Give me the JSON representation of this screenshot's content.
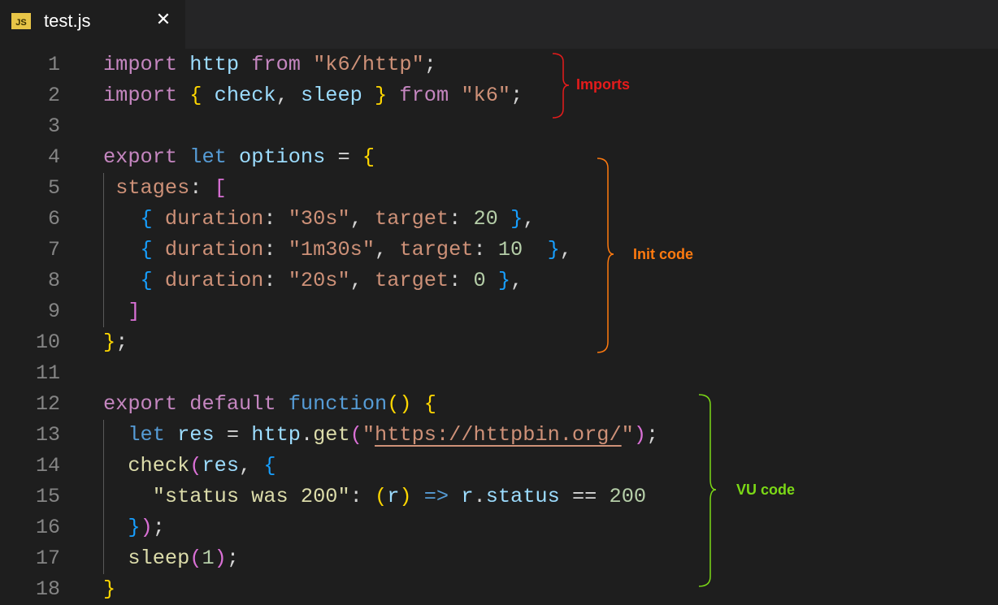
{
  "tab": {
    "icon_label": "JS",
    "title": "test.js",
    "close_glyph": "✕"
  },
  "line_numbers": [
    "1",
    "2",
    "3",
    "4",
    "5",
    "6",
    "7",
    "8",
    "9",
    "10",
    "11",
    "12",
    "13",
    "14",
    "15",
    "16",
    "17",
    "18"
  ],
  "code": {
    "l1": {
      "t1": "import",
      "t2": " ",
      "t3": "http",
      "t4": " ",
      "t5": "from",
      "t6": " ",
      "t7": "\"k6/http\"",
      "t8": ";"
    },
    "l2": {
      "t1": "import",
      "t2": " ",
      "t3": "{",
      "t4": " ",
      "t5": "check",
      "t6": ", ",
      "t7": "sleep",
      "t8": " ",
      "t9": "}",
      "t10": " ",
      "t11": "from",
      "t12": " ",
      "t13": "\"k6\"",
      "t14": ";"
    },
    "l4": {
      "t1": "export",
      "t2": " ",
      "t3": "let",
      "t4": " ",
      "t5": "options",
      "t6": " = ",
      "t7": "{"
    },
    "l5": {
      "t0": " ",
      "t1": "stages",
      "t2": ": ",
      "t3": "["
    },
    "l6": {
      "t0": "   ",
      "t1": "{",
      "t2": " ",
      "t3": "duration",
      "t4": ": ",
      "t5": "\"30s\"",
      "t6": ", ",
      "t7": "target",
      "t8": ": ",
      "t9": "20",
      "t10": " ",
      "t11": "}",
      "t12": ","
    },
    "l7": {
      "t0": "   ",
      "t1": "{",
      "t2": " ",
      "t3": "duration",
      "t4": ": ",
      "t5": "\"1m30s\"",
      "t6": ", ",
      "t7": "target",
      "t8": ": ",
      "t9": "10",
      "t10": "  ",
      "t11": "}",
      "t12": ","
    },
    "l8": {
      "t0": "   ",
      "t1": "{",
      "t2": " ",
      "t3": "duration",
      "t4": ": ",
      "t5": "\"20s\"",
      "t6": ", ",
      "t7": "target",
      "t8": ": ",
      "t9": "0",
      "t10": " ",
      "t11": "}",
      "t12": ","
    },
    "l9": {
      "t0": "  ",
      "t1": "]"
    },
    "l10": {
      "t1": "}",
      "t2": ";"
    },
    "l12": {
      "t1": "export",
      "t2": " ",
      "t3": "default",
      "t4": " ",
      "t5": "function",
      "t6": "(",
      "t7": ")",
      "t8": " ",
      "t9": "{"
    },
    "l13": {
      "t0": "  ",
      "t1": "let",
      "t2": " ",
      "t3": "res",
      "t4": " = ",
      "t5": "http",
      "t6": ".",
      "t7": "get",
      "t8": "(",
      "t9": "\"",
      "t10": "https://httpbin.org/",
      "t11": "\"",
      "t12": ")",
      "t13": ";"
    },
    "l14": {
      "t0": "  ",
      "t1": "check",
      "t2": "(",
      "t3": "res",
      "t4": ", ",
      "t5": "{"
    },
    "l15": {
      "t0": "    ",
      "t1": "\"status was 200\"",
      "t2": ": ",
      "t3": "(",
      "t4": "r",
      "t5": ")",
      "t6": " ",
      "t7": "=>",
      "t8": " ",
      "t9": "r",
      "t10": ".",
      "t11": "status",
      "t12": " == ",
      "t13": "200"
    },
    "l16": {
      "t0": "  ",
      "t1": "}",
      "t2": ")",
      "t3": ";"
    },
    "l17": {
      "t0": "  ",
      "t1": "sleep",
      "t2": "(",
      "t3": "1",
      "t4": ")",
      "t5": ";"
    },
    "l18": {
      "t1": "}"
    }
  },
  "annotations": {
    "imports": {
      "label": "Imports",
      "color": "#e51b1b"
    },
    "init": {
      "label": "Init code",
      "color": "#ff7a0f"
    },
    "vu": {
      "label": "VU code",
      "color": "#7cd916"
    }
  },
  "colors": {
    "background": "#1e1e1e",
    "tabbar": "#252526",
    "keyword": "#c586c0",
    "storage": "#569cd6",
    "variable": "#9cdcfe",
    "function": "#dcdcaa",
    "string": "#ce9178",
    "number": "#b5cea8",
    "bracket_level1": "#ffd700",
    "bracket_level2": "#da70d6",
    "bracket_level3": "#179fff",
    "line_number": "#858585"
  }
}
